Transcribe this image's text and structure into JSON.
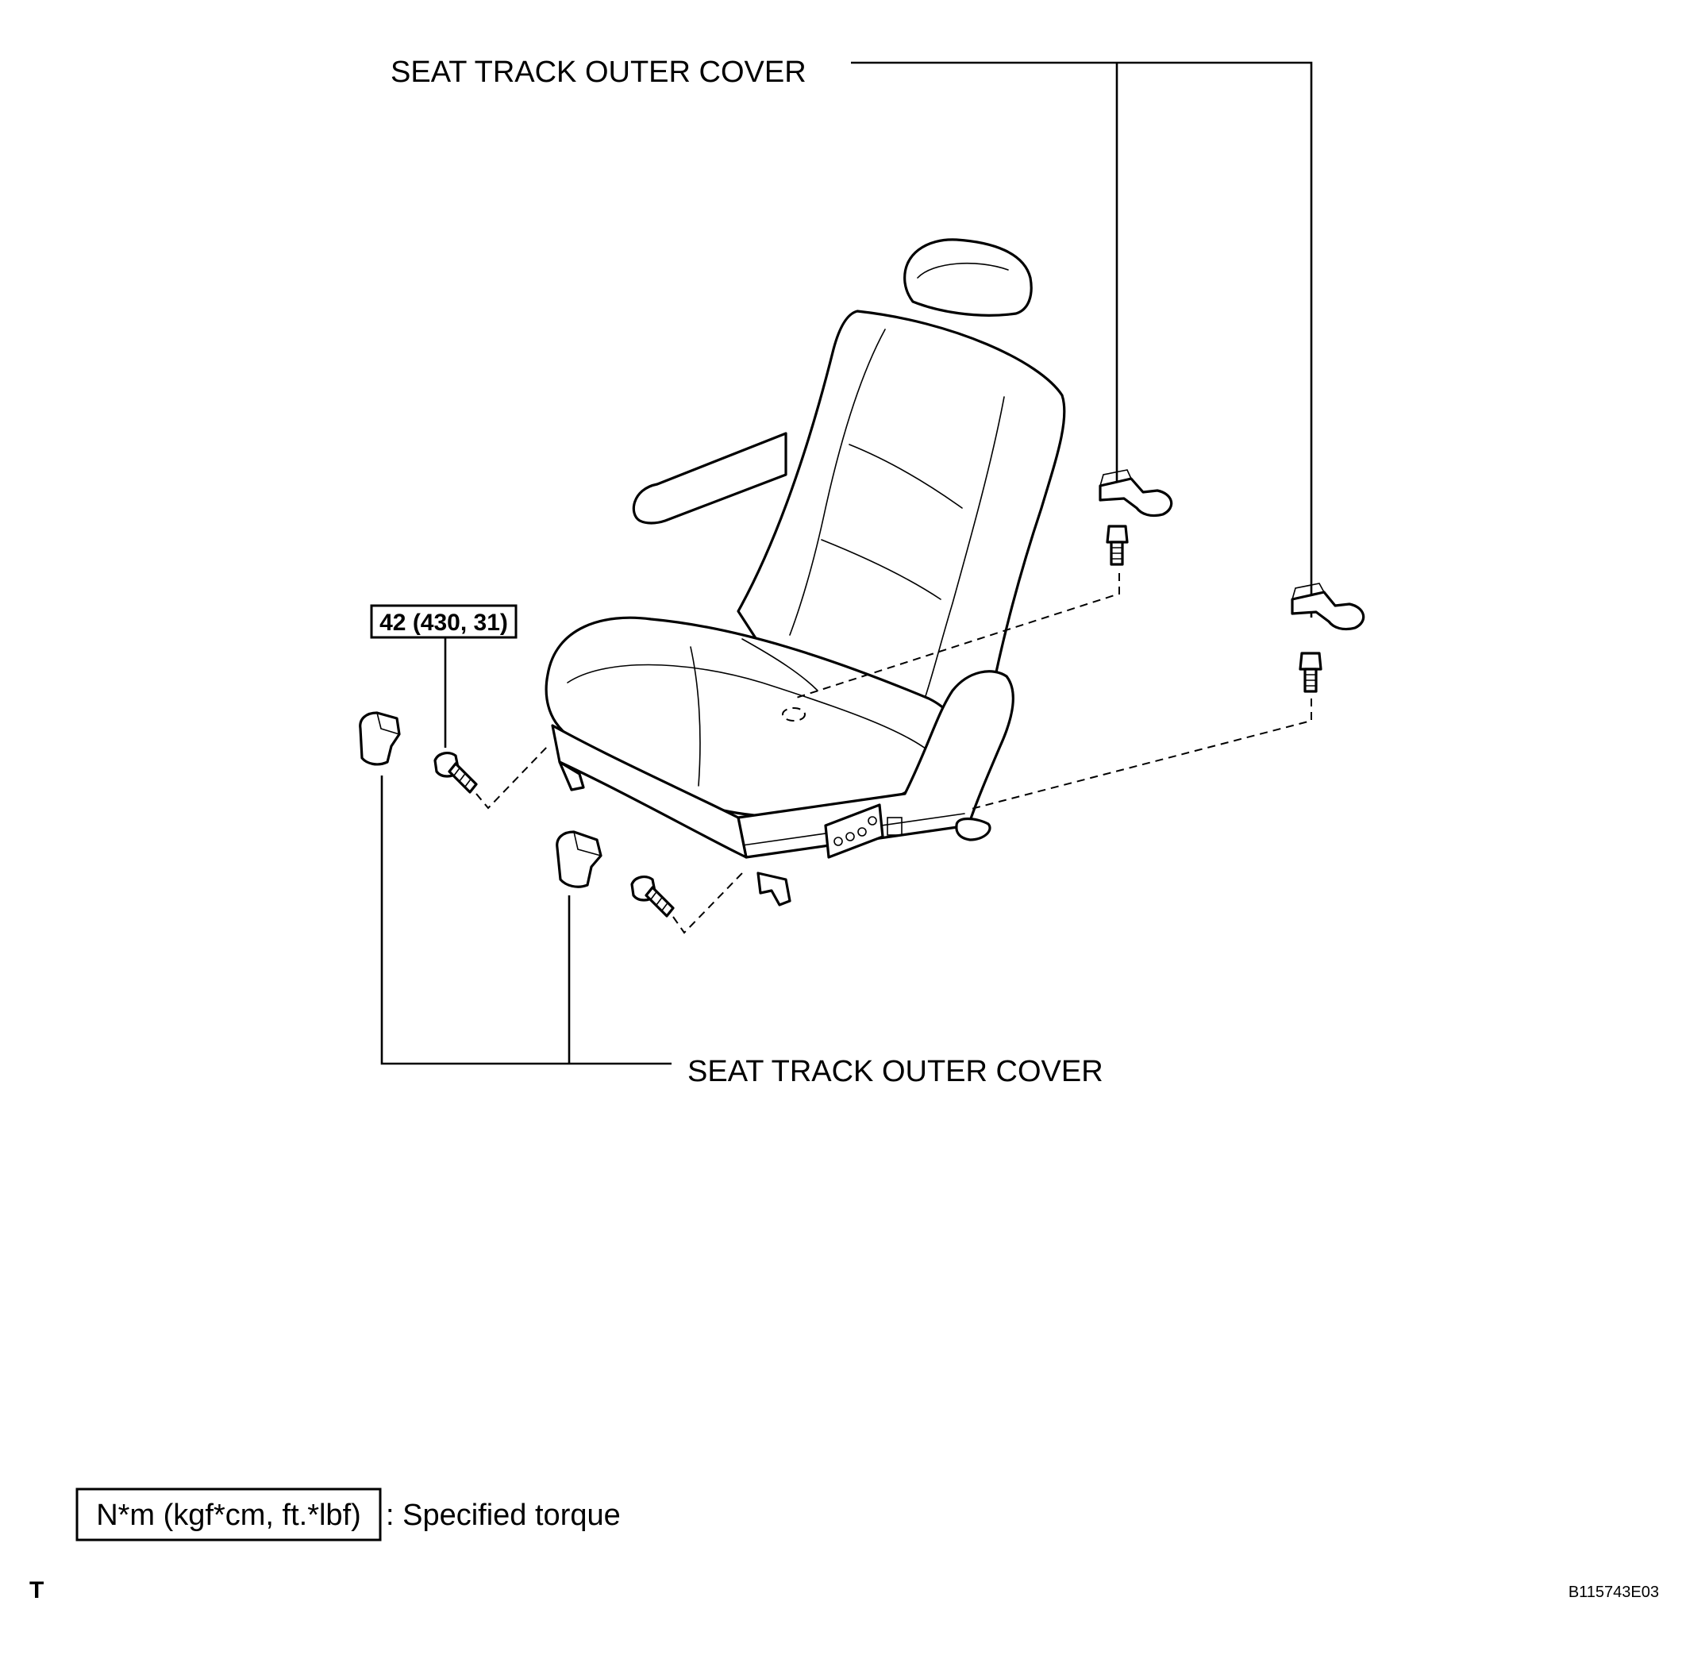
{
  "callouts": {
    "top_label": "SEAT TRACK OUTER COVER",
    "bottom_label": "SEAT TRACK OUTER COVER",
    "torque_value": "42 (430, 31)"
  },
  "legend": {
    "unit_box": "N*m (kgf*cm, ft.*lbf)",
    "description": ": Specified torque"
  },
  "footer": {
    "left_mark": "T",
    "figure_code": "B115743E03"
  }
}
